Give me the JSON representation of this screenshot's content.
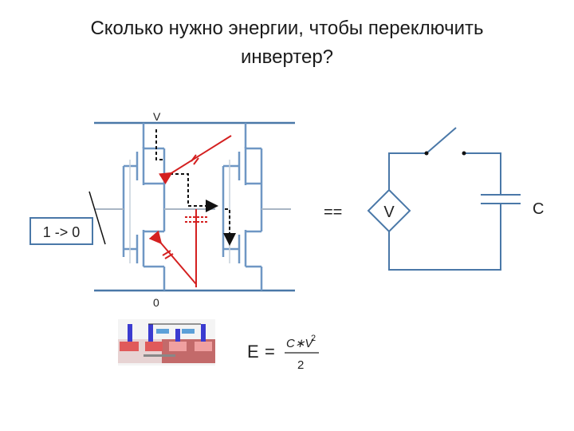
{
  "slide": {
    "title_line1": "Сколько нужно энергии, чтобы переключить",
    "title_line2": "инвертер?"
  },
  "inverter": {
    "top_rail_label": "V",
    "bottom_rail_label": "0",
    "input_label": "1 -> 0"
  },
  "equivalence": "==",
  "equivalent_circuit": {
    "source_label": "V",
    "capacitor_label": "C"
  },
  "formula": {
    "lhs": "E",
    "equals": "=",
    "numerator": "C∗V",
    "exponent": "2",
    "denominator": "2"
  },
  "colors": {
    "wire_blue": "#4a78a8",
    "transistor_blue": "#6f97c4",
    "gray_wire": "#a9b6c4",
    "red_path": "#d42020",
    "black": "#111111"
  }
}
